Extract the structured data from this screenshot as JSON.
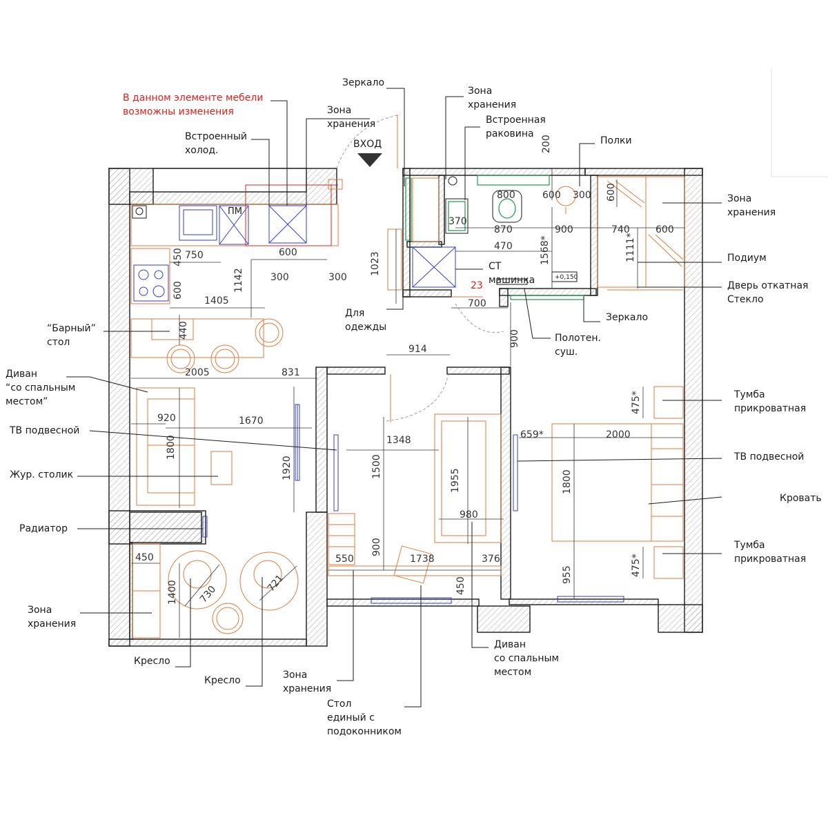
{
  "note": {
    "text": "В данном элементе мебели\nвозможны изменения"
  },
  "entrance": "ВХОД",
  "room_number": "23",
  "level_mark": "+0,150",
  "labels": {
    "mirror_top": "Зеркало",
    "storage_top1": "Зона\nхранения",
    "storage_top2": "Зона\nхранения",
    "fridge": "Встроенный\nхолод.",
    "built_in_sink": "Встроенная\nраковина",
    "shelves": "Полки",
    "storage_right": "Зона\nхранения",
    "podium": "Подиум",
    "sliding_door": "Дверь откатная\nСтекло",
    "mirror_right": "Зеркало",
    "towel_dryer": "Полотен.\nсуш.",
    "washer": "СТ\nмашинка",
    "clothes": "Для\nодежды",
    "bar_table": "“Барный”\nстол",
    "sofa_left": "Диван\n“со спальным\nместом”",
    "tv_left": "ТВ подвесной",
    "coffee_table": "Жур. столик",
    "radiator": "Радиатор",
    "storage_left": "Зона\nхранения",
    "armchair1": "Кресло",
    "armchair2": "Кресло",
    "storage_bottom": "Зона\nхранения",
    "desk": "Стол\nединый с\nподоконником",
    "sofa_mid": "Диван\nсо спальным\nместом",
    "nightstand_top": "Тумба\nприкроватная",
    "tv_right": "ТВ подвесной",
    "bed": "Кровать",
    "nightstand_bottom": "Тумба\nприкроватная",
    "dishwasher": "ПМ"
  },
  "dimensions": {
    "d750": "750",
    "d450": "450",
    "d600a": "600",
    "d600b": "600",
    "d1142": "1142",
    "d300a": "300",
    "d300b": "300",
    "d1405": "1405",
    "d440": "440",
    "d2005": "2005",
    "d831": "831",
    "d920": "920",
    "d1670": "1670",
    "d1800a": "1800",
    "d1920": "1920",
    "d450b": "450",
    "d1400": "1400",
    "d730": "730",
    "d721": "721",
    "d1023": "1023",
    "d800": "800",
    "d600c": "600",
    "d300c": "300",
    "d200": "200",
    "d370": "370",
    "d870": "870",
    "d900a": "900",
    "d740": "740",
    "d600d": "600",
    "d470": "470",
    "d1568": "1568*",
    "d1111": "1111*",
    "d600e": "600",
    "d700": "700",
    "d900b": "900",
    "d914": "914",
    "d1348": "1348",
    "d1500": "1500",
    "d1955": "1955",
    "d980": "980",
    "d900c": "900",
    "d550": "550",
    "d1738": "1738",
    "d376": "376",
    "d450c": "450",
    "d659": "659*",
    "d2000": "2000",
    "d1800b": "1800",
    "d475a": "475*",
    "d475b": "475*",
    "d955": "955"
  },
  "colors": {
    "walls": "#1a1a1a",
    "furniture": "#e07a3a",
    "tv": "#2f3ec9",
    "plumbing": "#1a9a4a",
    "note": "#e0201a"
  }
}
